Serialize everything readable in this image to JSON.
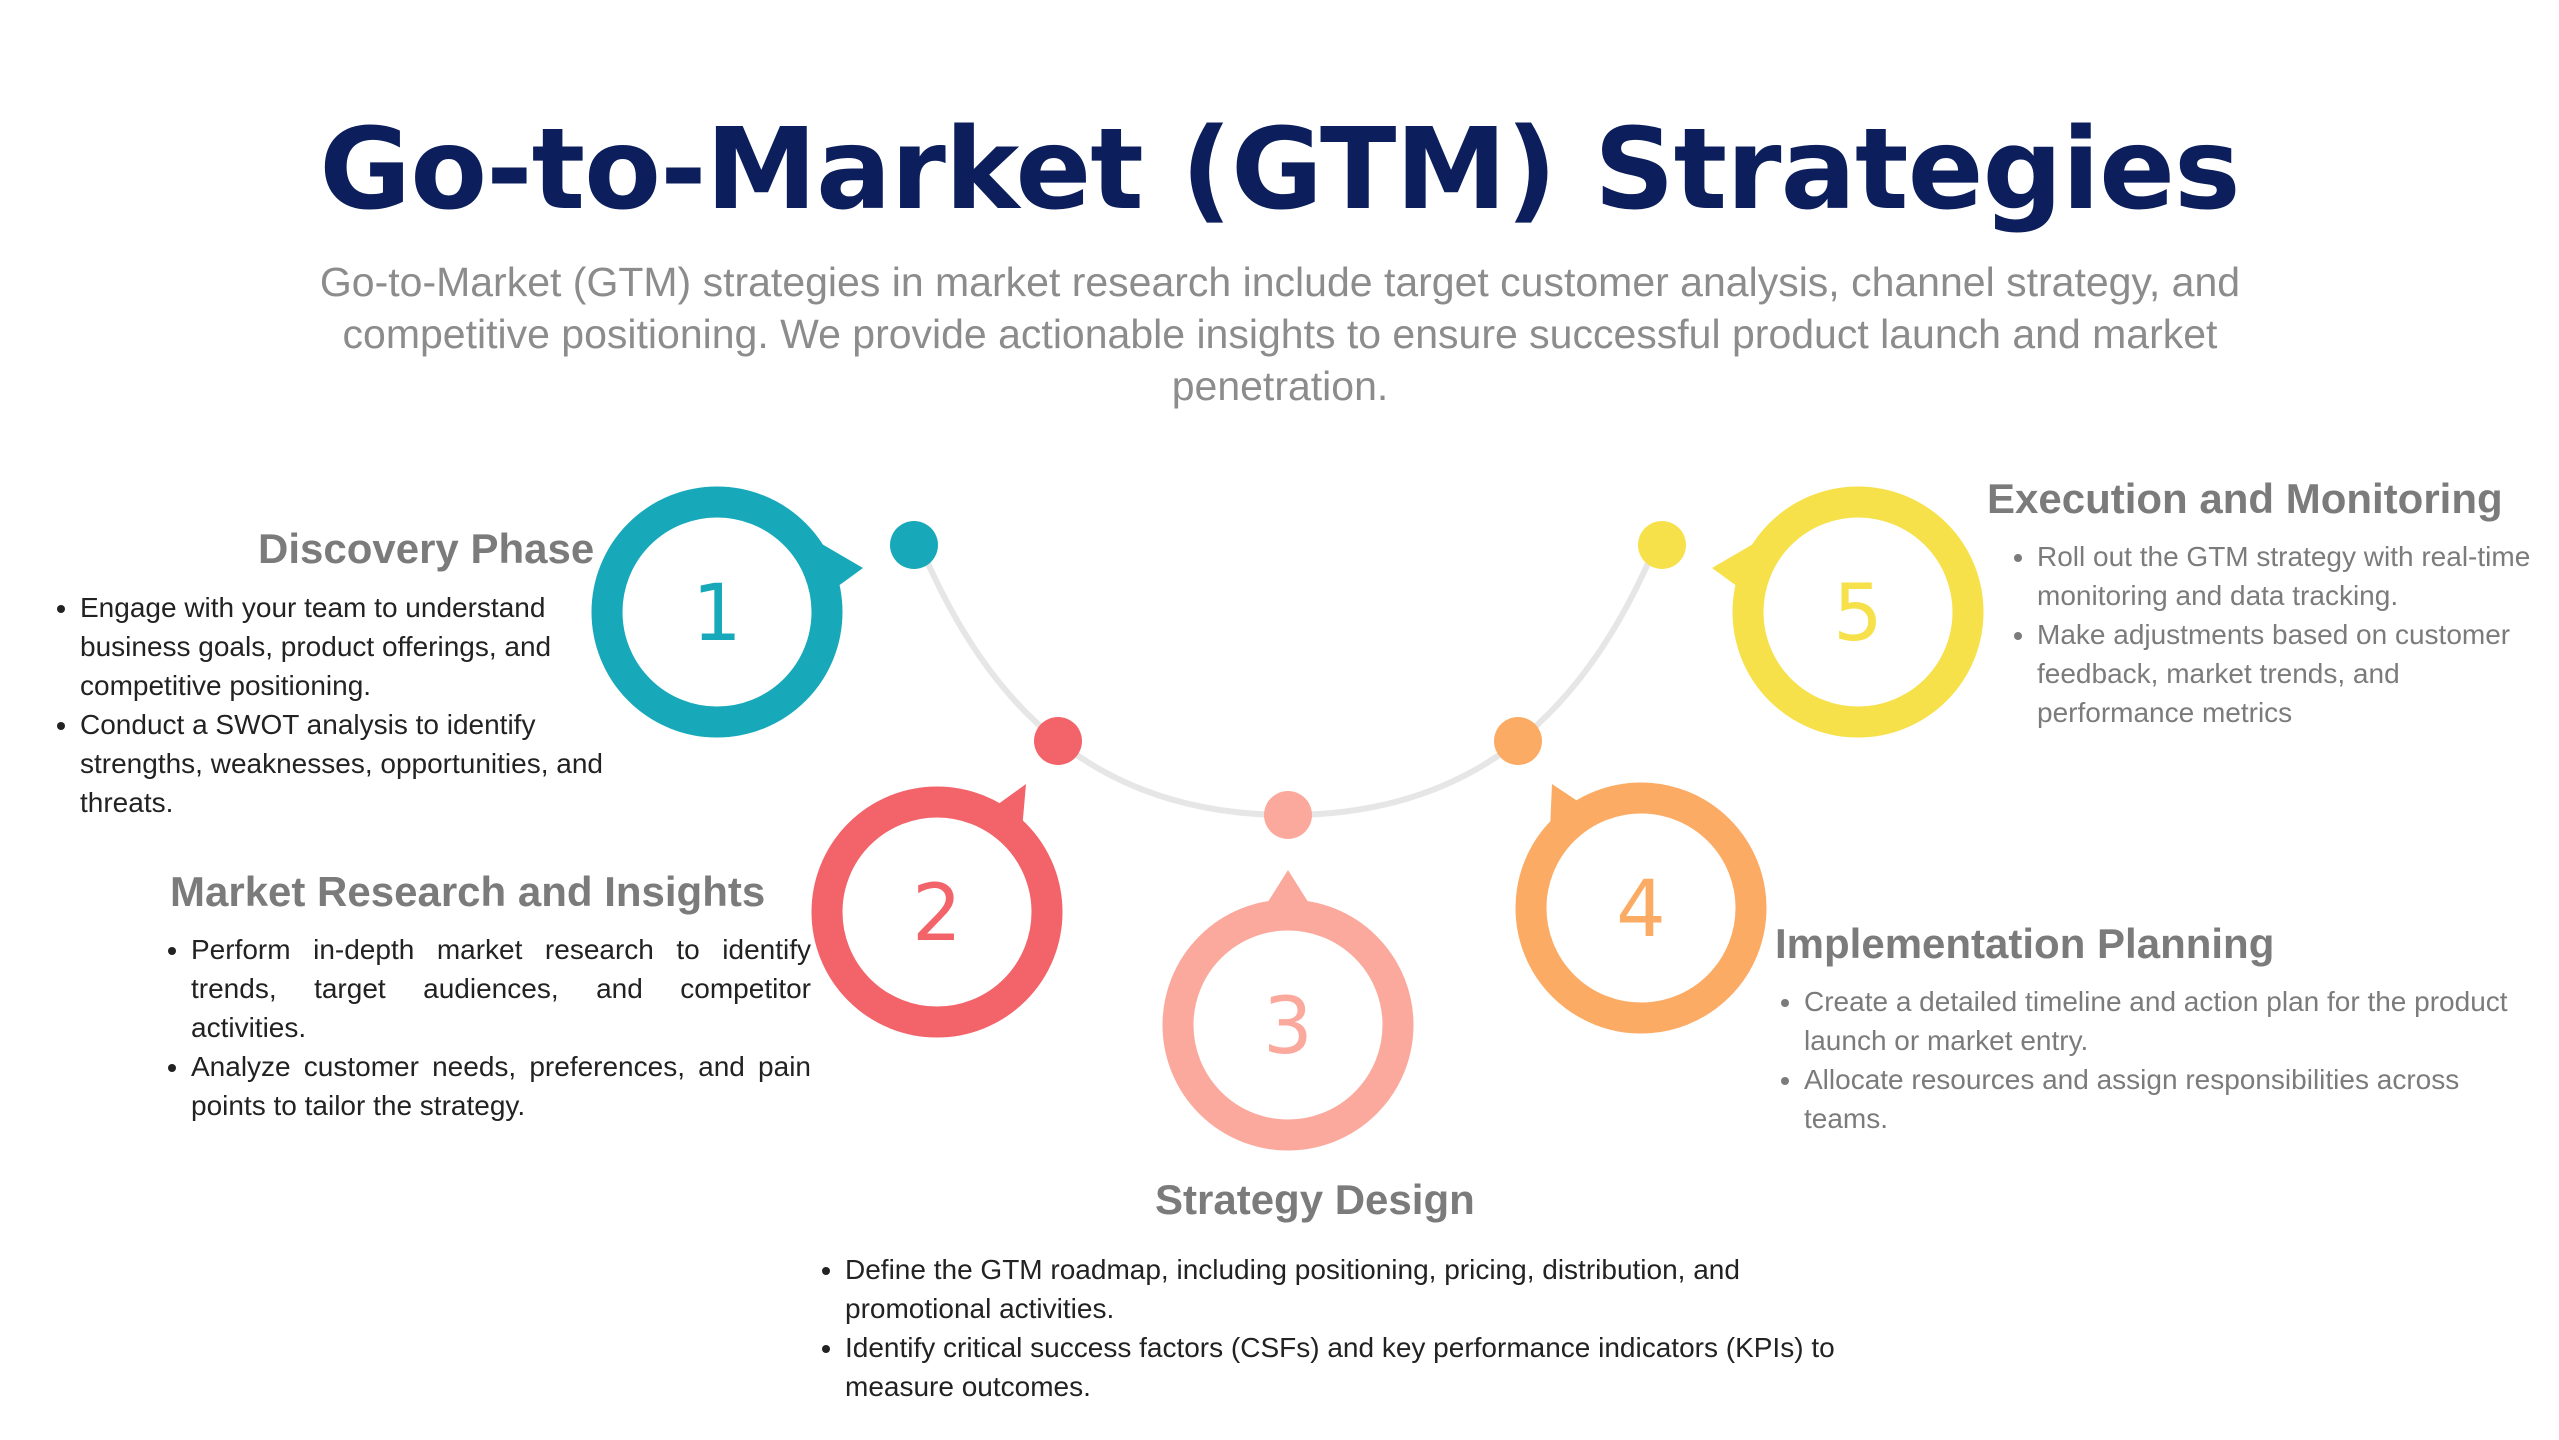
{
  "title": "Go-to-Market (GTM) Strategies",
  "subtitle": "Go-to-Market (GTM) strategies in market research include target customer analysis, channel strategy, and competitive positioning. We provide actionable insights to ensure successful product launch and market penetration.",
  "colors": {
    "title": "#0c1f5c",
    "step1": "#17a9ba",
    "step2": "#f3636a",
    "step3": "#fba99d",
    "step4": "#fcab64",
    "step5": "#f6e14a",
    "arc": "#e6e6e6",
    "heading": "#7b7b7b"
  },
  "steps": [
    {
      "number": "1",
      "heading": "Discovery Phase",
      "bullets": [
        "Engage with your team to understand business goals, product offerings, and competitive positioning.",
        "Conduct a SWOT analysis to identify strengths, weaknesses, opportunities, and threats."
      ]
    },
    {
      "number": "2",
      "heading": "Market Research and Insights",
      "bullets": [
        "Perform in-depth market research to identify trends, target audiences, and competitor activities.",
        "Analyze customer needs, preferences, and pain points to tailor the strategy."
      ]
    },
    {
      "number": "3",
      "heading": "Strategy Design",
      "bullets": [
        "Define the GTM roadmap, including positioning, pricing, distribution, and promotional activities.",
        "Identify critical success factors (CSFs) and key performance indicators (KPIs) to measure outcomes."
      ]
    },
    {
      "number": "4",
      "heading": "Implementation Planning",
      "bullets": [
        "Create a detailed timeline and action plan for the product launch or market entry.",
        "Allocate resources and assign responsibilities across teams."
      ]
    },
    {
      "number": "5",
      "heading": "Execution and Monitoring",
      "bullets": [
        "Roll out the GTM strategy with real-time monitoring and data tracking.",
        "Make adjustments based on customer feedback, market trends, and performance metrics"
      ]
    }
  ]
}
